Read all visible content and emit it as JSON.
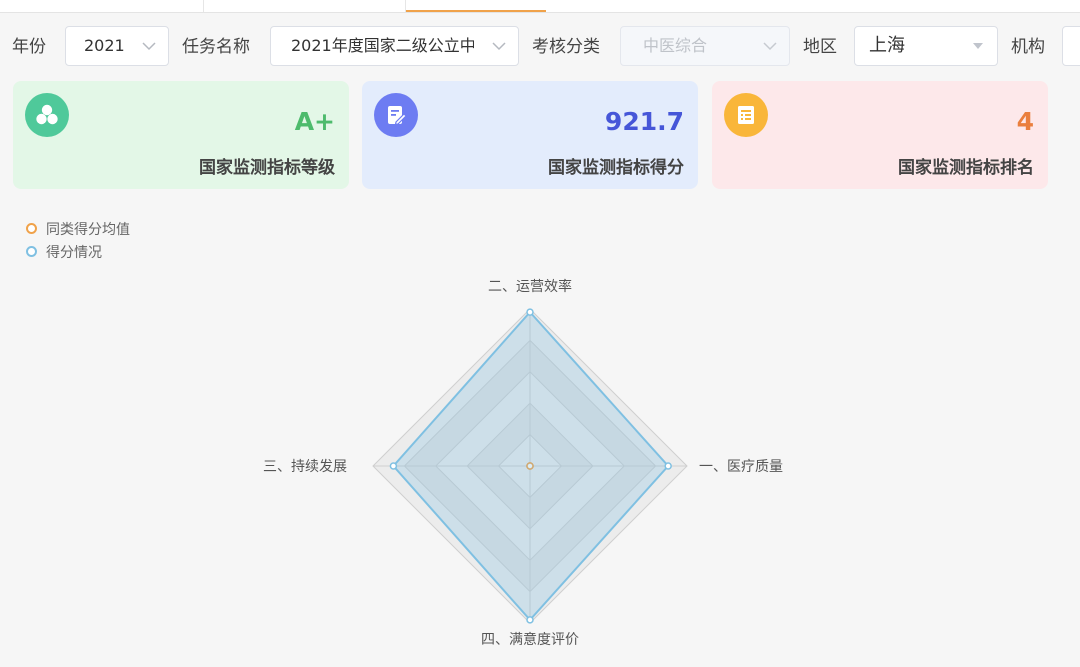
{
  "filters": {
    "year_label": "年份",
    "year_value": "2021",
    "task_label": "任务名称",
    "task_value": "2021年度国家二级公立中",
    "category_label": "考核分类",
    "category_value": "中医综合",
    "region_label": "地区",
    "region_value": "上海",
    "org_label": "机构"
  },
  "cards": [
    {
      "value": "A+",
      "label": "国家监测指标等级",
      "bg": "#e3f7e7",
      "icon_bg": "#4fc99a",
      "value_color": "#4dbb6c",
      "icon": "cluster-icon"
    },
    {
      "value": "921.7",
      "label": "国家监测指标得分",
      "bg": "#e3ecfc",
      "icon_bg": "#6d7cf2",
      "value_color": "#4656d8",
      "icon": "edit-document-icon"
    },
    {
      "value": "4",
      "label": "国家监测指标排名",
      "bg": "#fde8ea",
      "icon_bg": "#f9b63a",
      "value_color": "#ea7f3e",
      "icon": "receipt-icon"
    }
  ],
  "chart_data": {
    "type": "radar",
    "indicators": [
      {
        "name": "二、运营效率",
        "max": 100
      },
      {
        "name": "一、医疗质量",
        "max": 100
      },
      {
        "name": "四、满意度评价",
        "max": 100
      },
      {
        "name": "三、持续发展",
        "max": 100
      }
    ],
    "series": [
      {
        "name": "同类得分均值",
        "values": [
          0,
          0,
          0,
          0
        ],
        "color": "#f0a24a"
      },
      {
        "name": "得分情况",
        "values": [
          98,
          88,
          98,
          87
        ],
        "color": "#7fc0e2"
      }
    ],
    "legend_position": "top-left"
  }
}
